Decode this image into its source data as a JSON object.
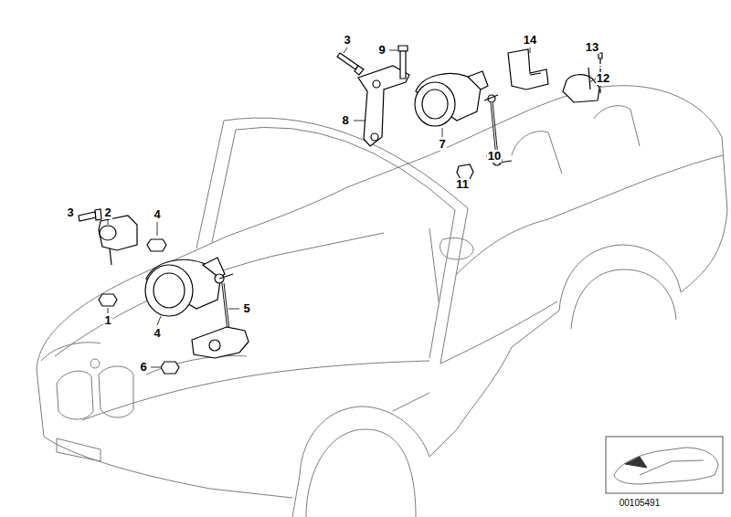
{
  "diagram": {
    "labels": [
      "3",
      "2",
      "4",
      "1",
      "4",
      "5",
      "6",
      "3",
      "9",
      "8",
      "7",
      "11",
      "10",
      "14",
      "13",
      "12",
      "00105491"
    ]
  }
}
